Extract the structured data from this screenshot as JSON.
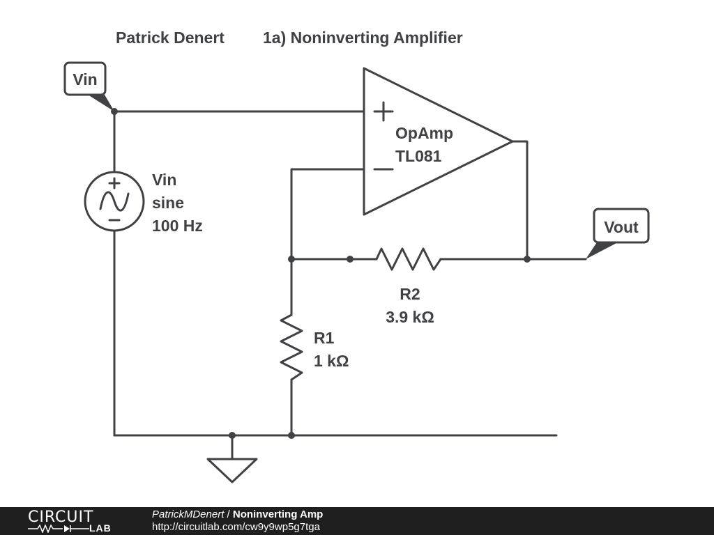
{
  "title": {
    "author": "Patrick Denert",
    "name": "1a) Noninverting Amplifier"
  },
  "net_labels": {
    "input": "Vin",
    "output": "Vout"
  },
  "source": {
    "name": "Vin",
    "type": "sine",
    "frequency": "100 Hz"
  },
  "opamp": {
    "name": "OpAmp",
    "model": "TL081",
    "plus_sign": "+",
    "minus_sign": "—"
  },
  "resistors": {
    "r1": {
      "name": "R1",
      "value": "1 kΩ"
    },
    "r2": {
      "name": "R2",
      "value": "3.9 kΩ"
    }
  },
  "footer": {
    "logo_top": "CIRCUIT",
    "logo_bottom": "LAB",
    "author": "PatrickMDenert",
    "separator": "/",
    "project": "Noninverting Amp",
    "url": "http://circuitlab.com/cw9y9wp5g7tga"
  },
  "colors": {
    "ink": "#3f4145",
    "footer_bg": "#1f1f1f"
  }
}
